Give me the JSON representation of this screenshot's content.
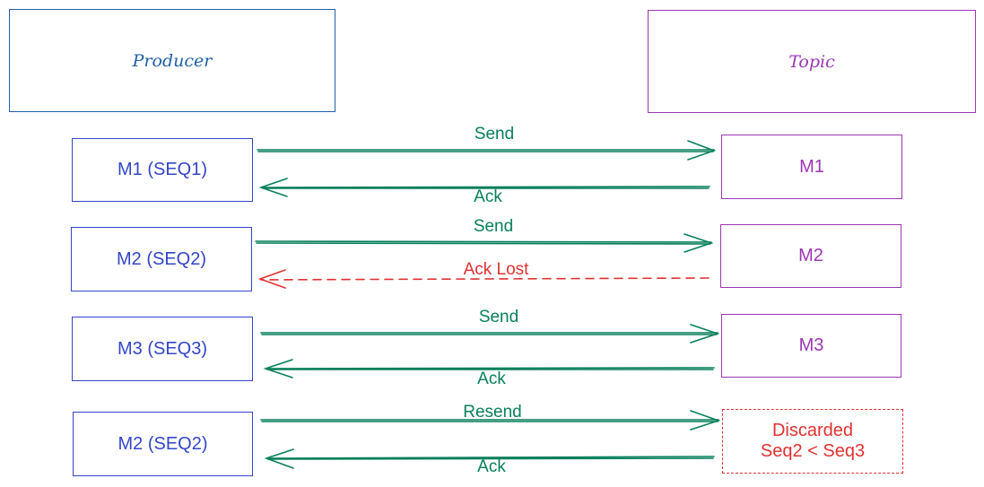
{
  "headers": {
    "producer": "Producer",
    "topic": "Topic"
  },
  "rows": [
    {
      "producer_msg": "M1 (SEQ1)",
      "topic_msg": "M1",
      "forward": "Send",
      "back": "Ack"
    },
    {
      "producer_msg": "M2 (SEQ2)",
      "topic_msg": "M2",
      "forward": "Send",
      "back": "Ack Lost"
    },
    {
      "producer_msg": "M3 (SEQ3)",
      "topic_msg": "M3",
      "forward": "Send",
      "back": "Ack"
    },
    {
      "producer_msg": "M2 (SEQ2)",
      "topic_msg_line1": "Discarded",
      "topic_msg_line2": "Seq2 < Seq3",
      "forward": "Resend",
      "back": "Ack"
    }
  ],
  "colors": {
    "producer": "#1f5fa8",
    "producer_msg": "#3345c9",
    "topic": "#9c36b5",
    "arrow": "#087f5b",
    "lost": "#e03131"
  }
}
